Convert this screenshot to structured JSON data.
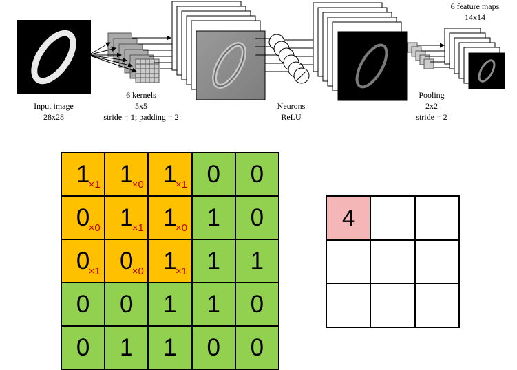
{
  "labels": {
    "input_title": "Input image",
    "input_size": "28x28",
    "kernels_title": "6 kernels",
    "kernels_size": "5x5",
    "kernels_params": "stride = 1; padding = 2",
    "neurons_title": "Neurons",
    "neurons_fn": "ReLU",
    "pool_title": "Pooling",
    "pool_size": "2x2",
    "pool_stride": "stride = 2",
    "maps_title": "6 feature maps",
    "maps_size": "14x14"
  },
  "input_matrix": [
    [
      {
        "v": "1",
        "w": "×1"
      },
      {
        "v": "1",
        "w": "×0"
      },
      {
        "v": "1",
        "w": "×1"
      },
      {
        "v": "0"
      },
      {
        "v": "0"
      }
    ],
    [
      {
        "v": "0",
        "w": "×0"
      },
      {
        "v": "1",
        "w": "×1"
      },
      {
        "v": "1",
        "w": "×0"
      },
      {
        "v": "1"
      },
      {
        "v": "0"
      }
    ],
    [
      {
        "v": "0",
        "w": "×1"
      },
      {
        "v": "0",
        "w": "×0"
      },
      {
        "v": "1",
        "w": "×1"
      },
      {
        "v": "1"
      },
      {
        "v": "1"
      }
    ],
    [
      {
        "v": "0"
      },
      {
        "v": "0"
      },
      {
        "v": "1"
      },
      {
        "v": "1"
      },
      {
        "v": "0"
      }
    ],
    [
      {
        "v": "0"
      },
      {
        "v": "1"
      },
      {
        "v": "1"
      },
      {
        "v": "0"
      },
      {
        "v": "0"
      }
    ]
  ],
  "output_matrix": [
    [
      "4",
      "",
      ""
    ],
    [
      "",
      "",
      ""
    ],
    [
      "",
      "",
      ""
    ]
  ],
  "colors": {
    "kernel_window": "#ffc000",
    "input_cell": "#92d050",
    "weight_text": "#c00000",
    "output_highlight": "#f4b6b6"
  }
}
